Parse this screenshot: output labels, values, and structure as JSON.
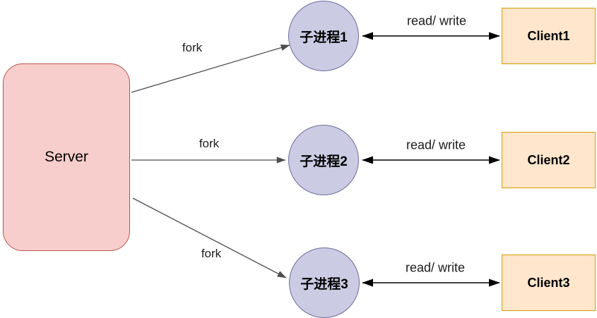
{
  "server": {
    "label": "Server"
  },
  "rows": [
    {
      "process": "子进程1",
      "client": "Client1",
      "fork_label": "fork",
      "rw_label": "read/ write"
    },
    {
      "process": "子进程2",
      "client": "Client2",
      "fork_label": "fork",
      "rw_label": "read/ write"
    },
    {
      "process": "子进程3",
      "client": "Client3",
      "fork_label": "fork",
      "rw_label": "read/ write"
    }
  ],
  "colors": {
    "server_fill": "#f8cecc",
    "server_stroke": "#b85450",
    "process_fill": "#cbcbe3",
    "process_stroke": "#6c6c9e",
    "client_fill": "#ffe6cc",
    "client_stroke": "#d79b00",
    "fork_arrow": "#4d4d4d",
    "rw_arrow": "#000000"
  }
}
